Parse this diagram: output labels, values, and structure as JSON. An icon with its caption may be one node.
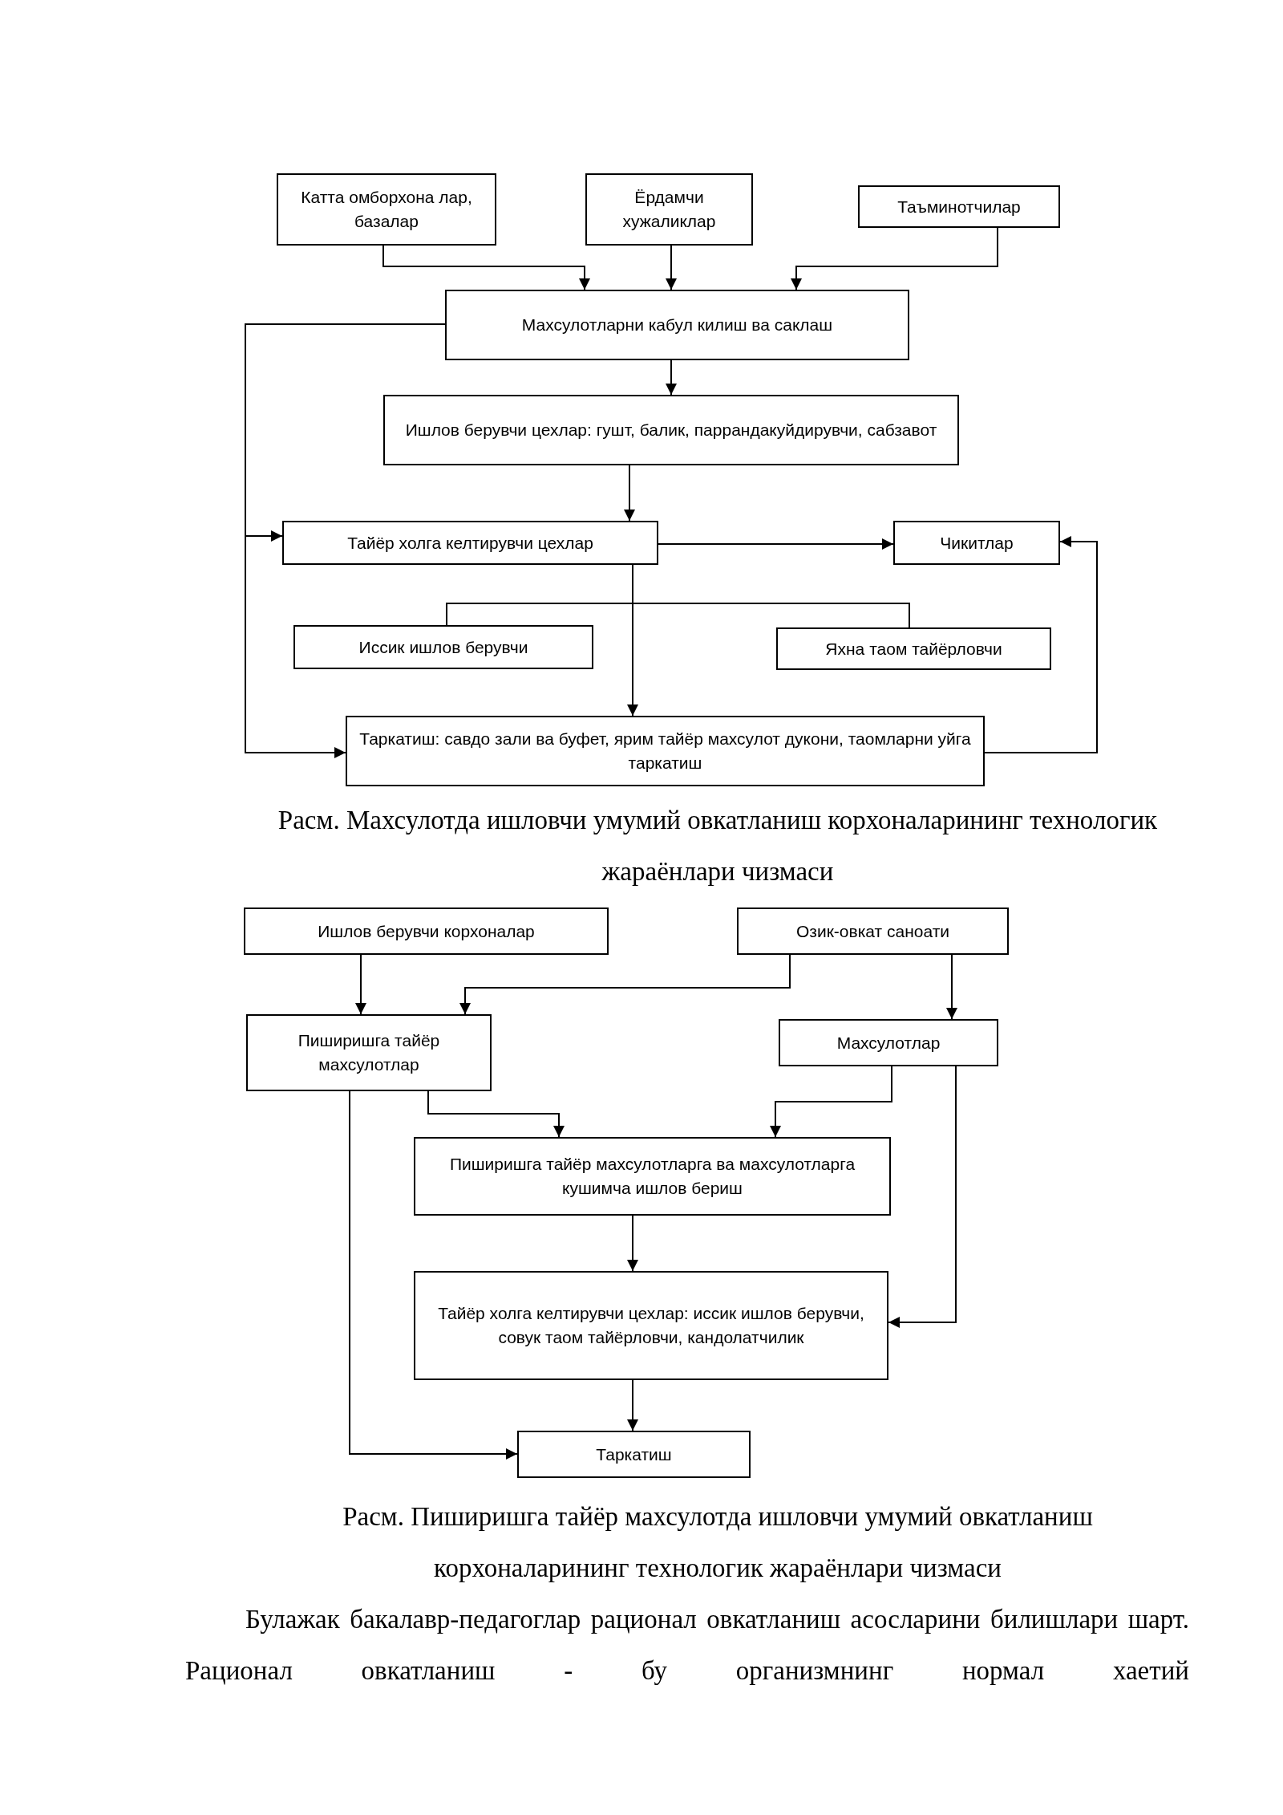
{
  "diagram": {
    "nodes": [
      {
        "text": [
          "Катта омборхона лар, базалар"
        ]
      },
      {
        "text": [
          "Ёрдамчи хужаликлар"
        ]
      },
      {
        "text": [
          "Таъминотчилар"
        ]
      },
      {
        "text": [
          "Махсулотларни кабул килиш ва саклаш"
        ]
      },
      {
        "text": [
          "Ишлов берувчи цехлар: гушт, балик, паррандакуйдирувчи, сабзавот"
        ]
      },
      {
        "text": [
          "Тайёр холга келтирувчи цехлар"
        ]
      },
      {
        "text": [
          "Чикитлар"
        ]
      },
      {
        "text": [
          "Иссик ишлов берувчи"
        ]
      },
      {
        "text": [
          "Яхна таом тайёрловчи"
        ]
      },
      {
        "text": [
          "Таркатиш: савдо зали ва буфет, ярим тайёр махсулот дукони, таомларни уйга таркатиш"
        ]
      },
      {
        "text": [
          "Ишлов берувчи корхоналар"
        ]
      },
      {
        "text": [
          "Озик-овкат саноати"
        ]
      },
      {
        "text": [
          "Пиширишга тайёр махсулотлар"
        ]
      },
      {
        "text": [
          "Махсулотлар"
        ]
      },
      {
        "text": [
          "Пиширишга тайёр махсулотларга ва махсулотларга кушимча ишлов бериш"
        ]
      },
      {
        "text": [
          "Тайёр холга келтирувчи цехлар: иссик ишлов берувчи, совук таом тайёрловчи, кандолатчилик"
        ]
      },
      {
        "text": [
          "Таркатиш"
        ]
      }
    ],
    "edges": [
      {
        "from": 0,
        "to": 3,
        "arrow": "to"
      },
      {
        "from": 1,
        "to": 3,
        "arrow": "to"
      },
      {
        "from": 2,
        "to": 3,
        "arrow": "to"
      },
      {
        "from": 3,
        "to": 4,
        "arrow": "to"
      },
      {
        "from": 3,
        "to": 5,
        "arrow": "to"
      },
      {
        "from": 3,
        "to": 9,
        "arrow": "to"
      },
      {
        "from": 4,
        "to": 5,
        "arrow": "to"
      },
      {
        "from": 5,
        "to": 6,
        "arrow": "to"
      },
      {
        "from": 5,
        "to": 9,
        "arrow": "to"
      },
      {
        "from": 5,
        "to": 7,
        "arrow": "none"
      },
      {
        "from": 5,
        "to": 8,
        "arrow": "none"
      },
      {
        "from": 9,
        "to": 6,
        "arrow": "to"
      },
      {
        "from": 10,
        "to": 12,
        "arrow": "to"
      },
      {
        "from": 11,
        "to": 12,
        "arrow": "to"
      },
      {
        "from": 11,
        "to": 13,
        "arrow": "to"
      },
      {
        "from": 12,
        "to": 14,
        "arrow": "to"
      },
      {
        "from": 13,
        "to": 14,
        "arrow": "to"
      },
      {
        "from": 14,
        "to": 15,
        "arrow": "to"
      },
      {
        "from": 13,
        "to": 15,
        "arrow": "to"
      },
      {
        "from": 15,
        "to": 16,
        "arrow": "to"
      },
      {
        "from": 12,
        "to": 16,
        "arrow": "to"
      }
    ],
    "labels": [
      "Расм. Махсулотда ишловчи умумий овкатланиш корхоналарининг технологик жараёнлари чизмаси",
      "Расм. Пиширишга тайёр махсулотда ишловчи умумий овкатланиш корхоналарининг технологик жараёнлари чизмаси",
      "Булажак бакалавр-педагоглар рационал овкатланиш асосларини билишлари шарт. Рационал овкатланиш - бу организмнинг нормал хаетий"
    ]
  }
}
